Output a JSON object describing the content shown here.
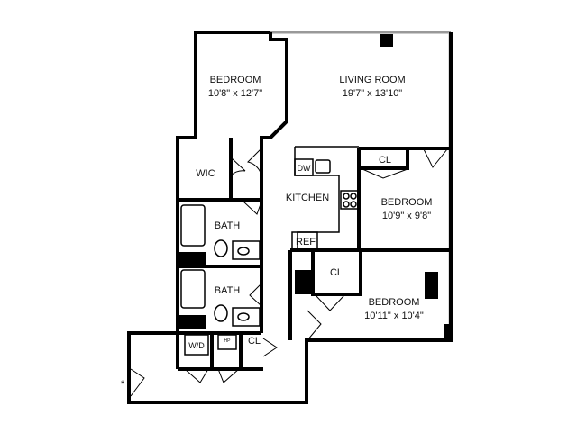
{
  "plan": {
    "rooms": [
      {
        "id": "bedroom-1",
        "name": "BEDROOM",
        "size": "10'8\" x 12'7\""
      },
      {
        "id": "living-room",
        "name": "LIVING ROOM",
        "size": "19'7\" x 13'10\""
      },
      {
        "id": "bedroom-2",
        "name": "BEDROOM",
        "size": "10'9\" x 9'8\""
      },
      {
        "id": "bedroom-3",
        "name": "BEDROOM",
        "size": "10'11\" x 10'4\""
      }
    ],
    "labels": {
      "wic": "WIC",
      "kitchen": "KITCHEN",
      "bath_1": "BATH",
      "bath_2": "BATH",
      "closet_bedroom2": "CL",
      "closet_bedroom3": "CL",
      "closet_hall": "CL",
      "dishwasher": "DW",
      "refrigerator": "REF",
      "washer_dryer": "W/D",
      "water_heater": "HP",
      "entry_marker": "*"
    }
  }
}
